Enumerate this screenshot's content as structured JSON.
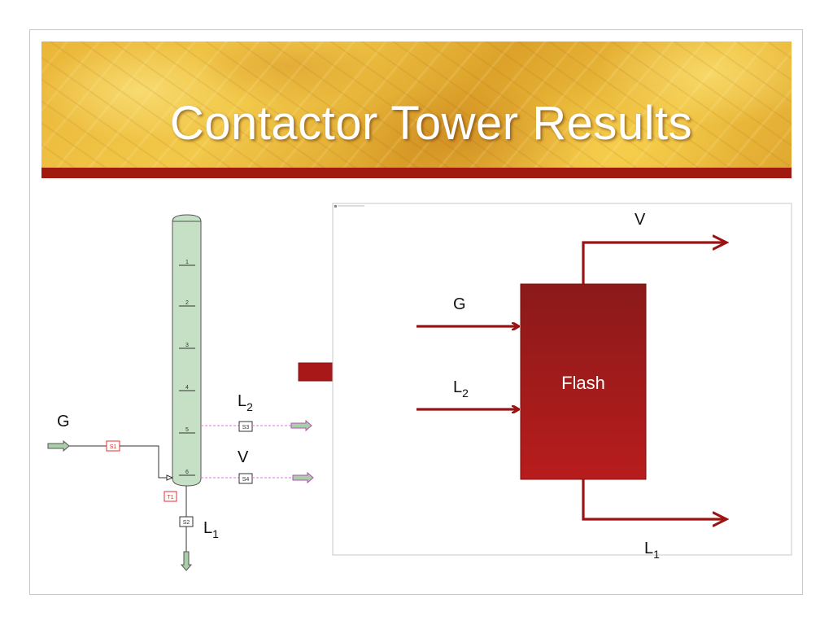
{
  "slide": {
    "title": "Contactor Tower Results"
  },
  "tower_diagram": {
    "tray_labels": [
      "1",
      "2",
      "3",
      "4",
      "5",
      "6"
    ],
    "feed_label": "G",
    "liquid_out_label": "L",
    "liquid_out_sub": "2",
    "vapor_out_label": "V",
    "bottoms_label": "L",
    "bottoms_sub": "1",
    "stream_tags": {
      "s1": "S1",
      "s2": "S2",
      "s3": "S3",
      "s4": "S4",
      "t1": "T1"
    }
  },
  "flash_diagram": {
    "block_label": "Flash",
    "feed_g_label": "G",
    "feed_l2_label": "L",
    "feed_l2_sub": "2",
    "vapor_label": "V",
    "liquid_label": "L",
    "liquid_sub": "1"
  },
  "colors": {
    "title_text": "#ffffff",
    "stripe": "#a01a10",
    "column_fill": "#c5e0c5",
    "flash_fill_top": "#8b1a1a",
    "flash_fill_bottom": "#b81c1c",
    "arrow_red": "#9b1414",
    "stream_pink": "#e070e0",
    "tag_red": "#e03030"
  }
}
